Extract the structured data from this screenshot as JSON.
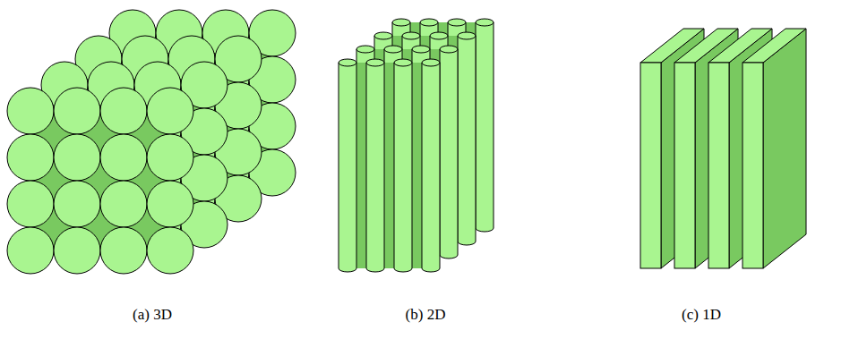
{
  "diagram": {
    "labels": [
      "(a) 3D",
      "(b) 2D",
      "(c) 1D"
    ]
  }
}
